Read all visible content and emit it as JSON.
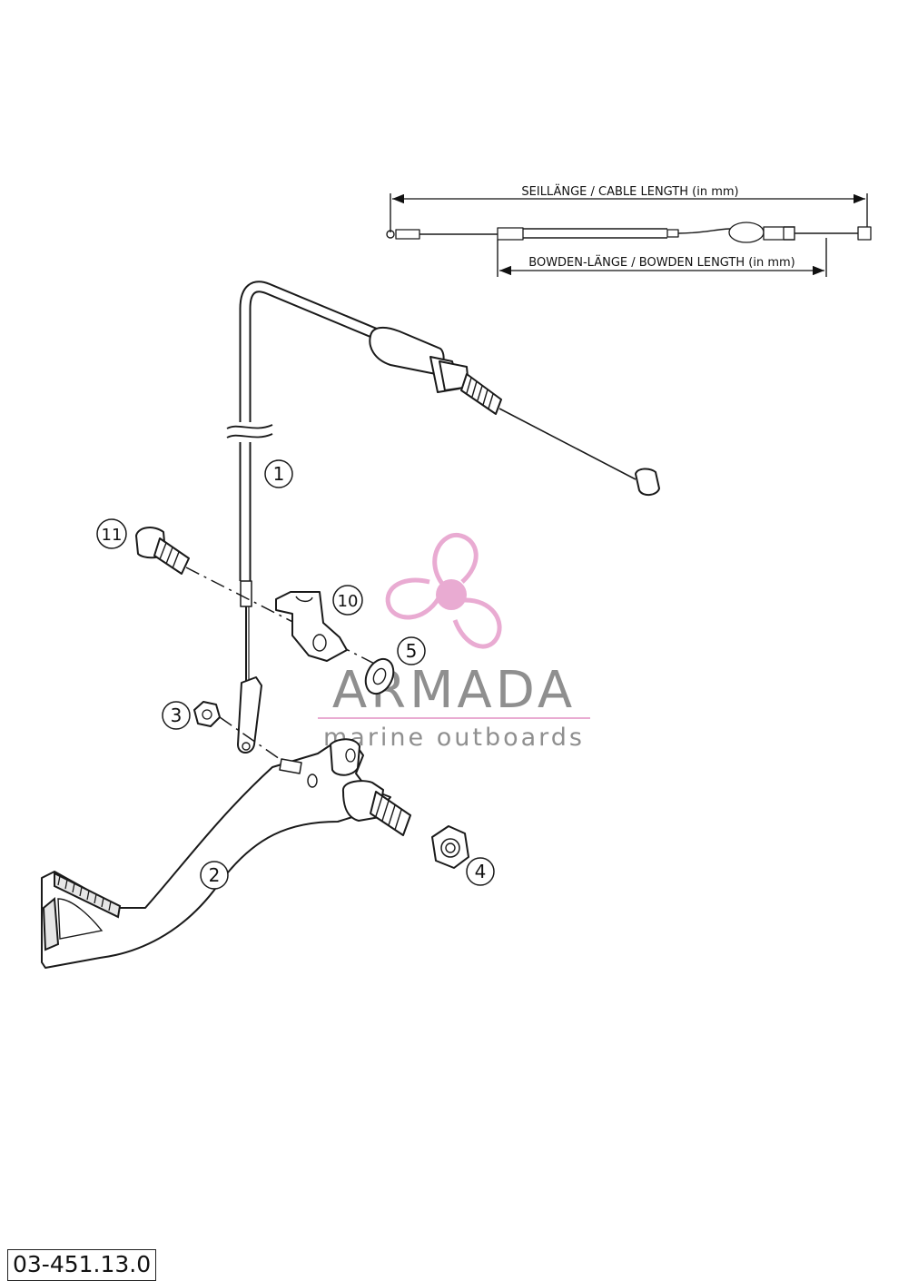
{
  "dimensions": {
    "cable_length_label": "SEILLÄNGE / CABLE LENGTH   (in mm)",
    "bowden_length_label": "BOWDEN-LÄNGE / BOWDEN LENGTH   (in mm)"
  },
  "callouts": [
    {
      "label": "1"
    },
    {
      "label": "2"
    },
    {
      "label": "3"
    },
    {
      "label": "4"
    },
    {
      "label": "5"
    },
    {
      "label": "10"
    },
    {
      "label": "11"
    }
  ],
  "watermark": {
    "name": "ARMADA",
    "tagline": "marine outboards",
    "logo_icon": "propeller-icon",
    "colors": {
      "propeller": "#e8a7d0",
      "text": "#8a8a8a"
    }
  },
  "drawing_number": "03-451.13.0"
}
